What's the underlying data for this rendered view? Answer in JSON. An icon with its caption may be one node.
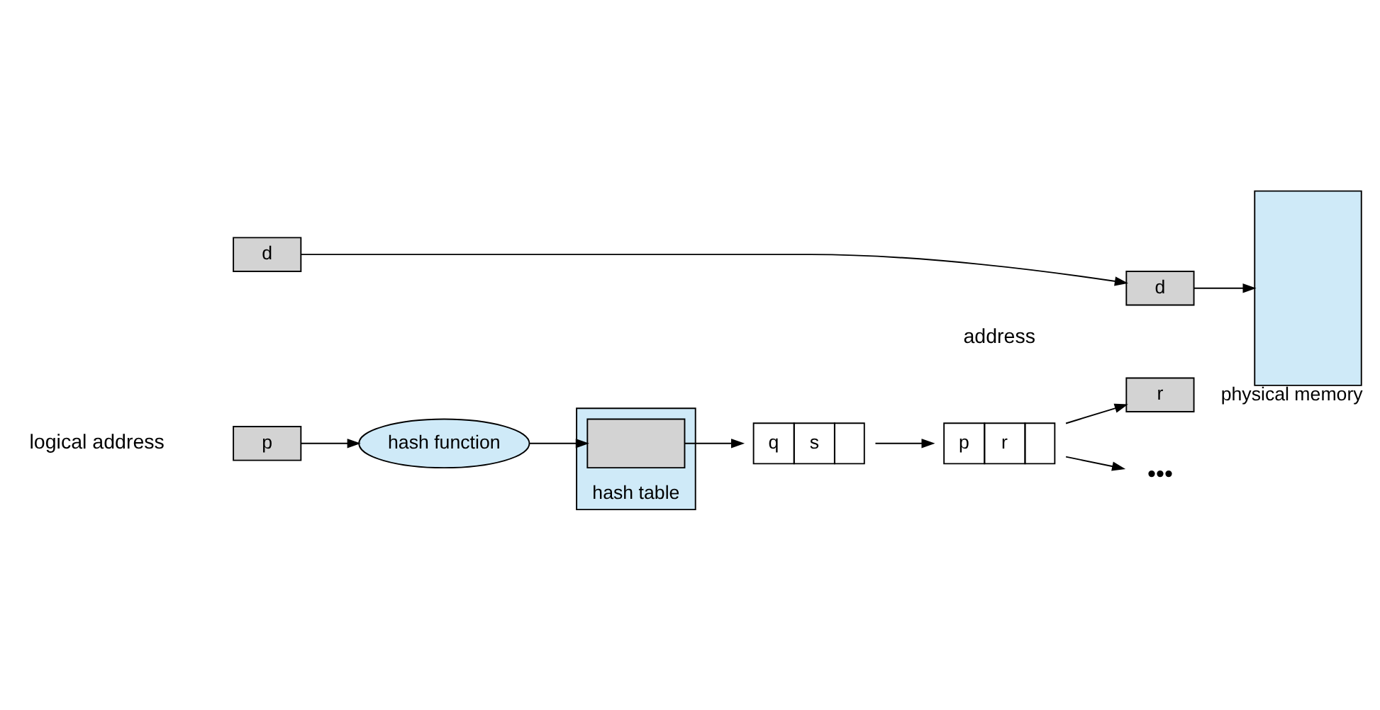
{
  "diagram": {
    "nodes": [
      {
        "text": [
          "p"
        ]
      },
      {
        "text": [
          "d"
        ]
      },
      {
        "text": [
          "r"
        ]
      },
      {
        "text": [
          "d"
        ]
      },
      {
        "text": [],
        "shape": "box",
        "beside": [
          "physical memory"
        ]
      },
      {
        "text": [
          "hash function"
        ]
      },
      {
        "text": [],
        "shape": "box",
        "beside": [
          "hash table"
        ]
      },
      {
        "text": [],
        "shape": "box",
        "in": 6
      },
      {
        "text": [
          "q",
          "s"
        ]
      },
      {
        "text": [
          "p",
          "r"
        ]
      },
      {
        "text": [
          "•••"
        ]
      }
    ],
    "edges": [
      {
        "from": 1,
        "to": 3,
        "arrow": "to"
      },
      {
        "from": 0,
        "to": 5,
        "arrow": "to"
      },
      {
        "from": 3,
        "to": 4,
        "arrow": "to"
      },
      {
        "from": 5,
        "to": 7,
        "arrow": "to"
      },
      {
        "from": 7,
        "to": 8,
        "arrow": "to"
      },
      {
        "from": 8,
        "to": 9,
        "arrow": "to"
      },
      {
        "from": 9,
        "to": 2,
        "arrow": "to"
      },
      {
        "from": 9,
        "to": 10,
        "arrow": "to"
      }
    ],
    "labels": [
      "logical address",
      "address"
    ]
  }
}
